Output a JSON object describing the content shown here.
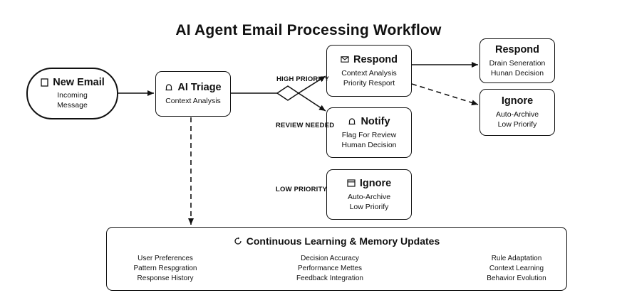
{
  "title": "AI Agent Email Processing Workflow",
  "nodes": {
    "new_email": {
      "title": "New Email",
      "icon": "document-icon",
      "lines": [
        "Incoming",
        "Message"
      ]
    },
    "ai_triage": {
      "title": "AI Triage",
      "icon": "bell-icon",
      "lines": [
        "Context Analysis"
      ]
    },
    "respond_mid": {
      "title": "Respond",
      "icon": "envelope-icon",
      "lines": [
        "Context Analysis",
        "Priority Resport"
      ]
    },
    "notify": {
      "title": "Notify",
      "icon": "bell-icon",
      "lines": [
        "Flag For Review",
        "Human Decision"
      ]
    },
    "ignore_mid": {
      "title": "Ignore",
      "icon": "window-icon",
      "lines": [
        "Auto-Archive",
        "Low Priorify"
      ]
    },
    "respond_right": {
      "title": "Respond",
      "lines": [
        "Drain Seneration",
        "Hunan Decision"
      ]
    },
    "ignore_right": {
      "title": "Ignore",
      "lines": [
        "Auto-Archive",
        "Low Priorify"
      ]
    }
  },
  "edge_labels": {
    "high": "HIGH PRIORITY",
    "review": "REVIEW NEEDED",
    "low": "LOW PRIORITY"
  },
  "learning": {
    "title": "Continuous Learning & Memory Updates",
    "icon": "refresh-icon",
    "columns": [
      [
        "User Preferences",
        "Pattern Respgration",
        "Response History"
      ],
      [
        "Decision Accuracy",
        "Performance Mettes",
        "Feedback Integration"
      ],
      [
        "Rule Adaptation",
        "Context Learning",
        "Behavior Evolution"
      ]
    ]
  }
}
